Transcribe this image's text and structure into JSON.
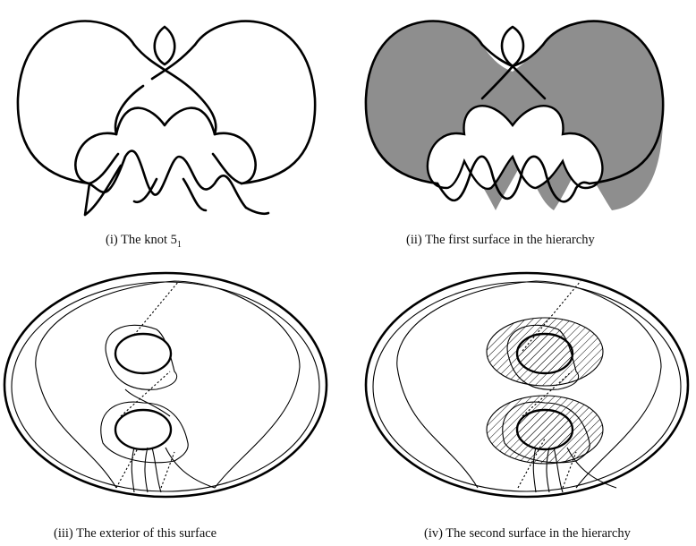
{
  "figure": {
    "panels": [
      {
        "id": "i",
        "caption_prefix": "(i) The knot 5",
        "caption_sub": "1",
        "caption_suffix": ""
      },
      {
        "id": "ii",
        "caption": "(ii) The first surface in the hierarchy"
      },
      {
        "id": "iii",
        "caption": "(iii) The exterior of this surface"
      },
      {
        "id": "iv",
        "caption": "(iv) The second surface in the hierarchy"
      }
    ]
  },
  "colors": {
    "stroke": "#000000",
    "surface_fill": "#8e8e8e",
    "background": "#ffffff"
  }
}
